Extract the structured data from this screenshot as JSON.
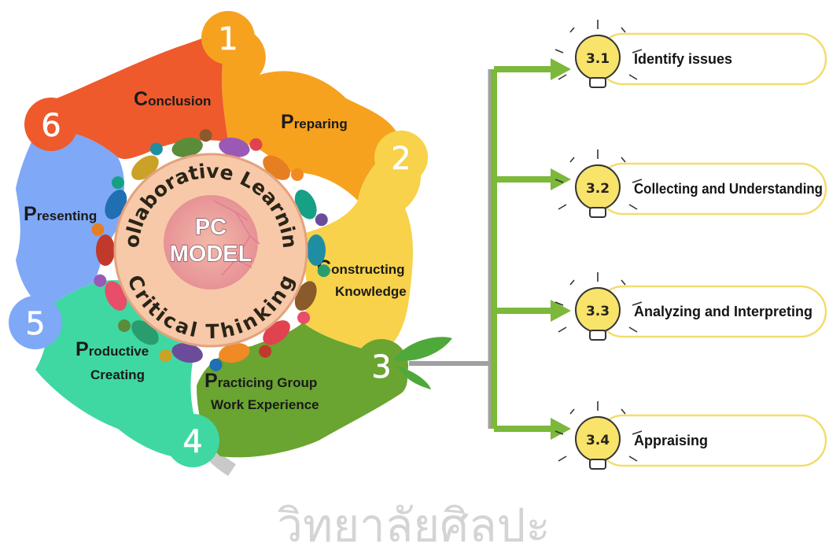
{
  "center": {
    "title_line1": "PC",
    "title_line2": "MODEL",
    "ring_top": "Collaborative Learning",
    "ring_bottom": "Critical Thinking"
  },
  "steps": [
    {
      "number": "1",
      "cap": "P",
      "rest_line1": "reparing",
      "line2": "",
      "color": "#f6a21f"
    },
    {
      "number": "2",
      "cap": "C",
      "rest_line1": "onstructing",
      "line2": "Knowledge",
      "color": "#f7d24a"
    },
    {
      "number": "3",
      "cap": "P",
      "rest_line1": "racticing Group",
      "line2": "Work Experience",
      "color": "#6aa431"
    },
    {
      "number": "4",
      "cap": "P",
      "rest_line1": "roductive",
      "line2": "Creating",
      "color": "#3fd8a2"
    },
    {
      "number": "5",
      "cap": "P",
      "rest_line1": "resenting",
      "line2": "",
      "color": "#7fa8f6"
    },
    {
      "number": "6",
      "cap": "C",
      "rest_line1": "onclusion",
      "line2": "",
      "color": "#ee5a2c"
    }
  ],
  "substeps": [
    {
      "number": "3.1",
      "label": "Identify issues"
    },
    {
      "number": "3.2",
      "label": "Collecting and Understanding"
    },
    {
      "number": "3.3",
      "label": "Analyzing and Interpreting"
    },
    {
      "number": "3.4",
      "label": "Appraising"
    }
  ],
  "watermark": "วิทยาลัยศิลปะ",
  "colors": {
    "branch": "#7cb83a",
    "bulb": "#f8e36b",
    "pill_border": "#f3dc6e",
    "ring": "#f7c9a8"
  }
}
